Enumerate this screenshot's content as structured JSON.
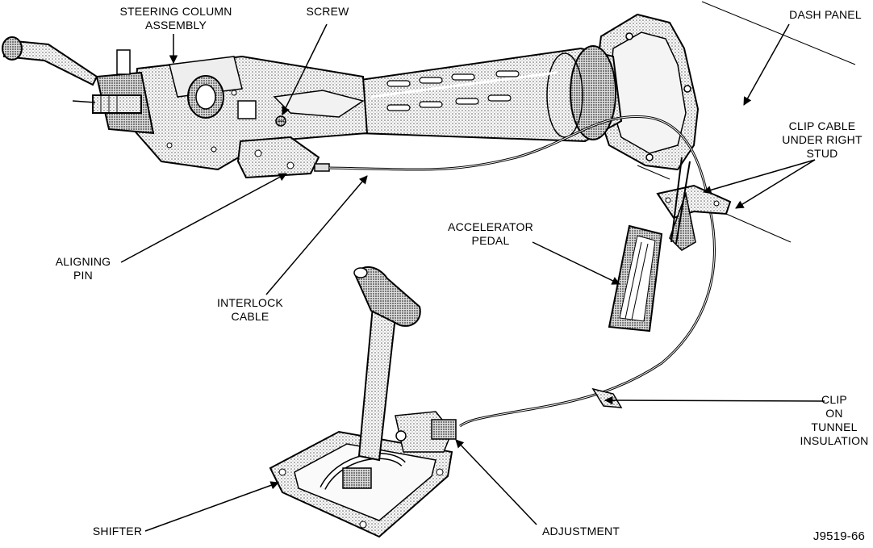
{
  "labels": {
    "steering_column": [
      "STEERING COLUMN",
      "ASSEMBLY"
    ],
    "screw": [
      "SCREW"
    ],
    "dash_panel": [
      "DASH PANEL"
    ],
    "clip_cable": [
      "CLIP CABLE",
      "UNDER RIGHT",
      "STUD"
    ],
    "accelerator_pedal": [
      "ACCELERATOR",
      "PEDAL"
    ],
    "aligning_pin": [
      "ALIGNING",
      "PIN"
    ],
    "interlock_cable": [
      "INTERLOCK",
      "CABLE"
    ],
    "clip_tunnel": [
      "CLIP",
      "ON",
      "TUNNEL",
      "INSULATION"
    ],
    "shifter": [
      "SHIFTER"
    ],
    "adjustment": [
      "ADJUSTMENT"
    ],
    "figure_id": [
      "J9519-66"
    ]
  }
}
